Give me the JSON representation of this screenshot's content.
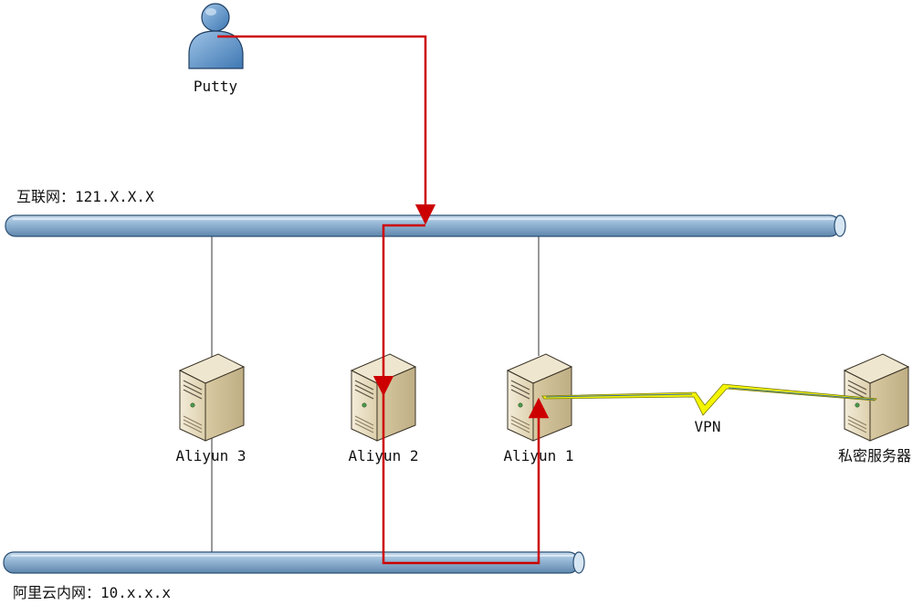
{
  "user": {
    "label": "Putty",
    "icon": "user-icon"
  },
  "networks": {
    "internet": {
      "label": "互联网：121.X.X.X"
    },
    "aliyun_internal": {
      "label": "阿里云内网：10.x.x.x"
    }
  },
  "servers": [
    {
      "id": "aliyun-3",
      "label": "Aliyun 3",
      "icon": "server-icon"
    },
    {
      "id": "aliyun-2",
      "label": "Aliyun 2",
      "icon": "server-icon"
    },
    {
      "id": "aliyun-1",
      "label": "Aliyun 1",
      "icon": "server-icon"
    },
    {
      "id": "private-server",
      "label": "私密服务器",
      "icon": "server-icon"
    }
  ],
  "vpn": {
    "label": "VPN",
    "icon": "lightning-bolt-icon"
  },
  "colors": {
    "route": "#cc0000",
    "bus_fill": "#9bbcd9",
    "bus_stroke": "#2a4f73",
    "vpn_bolt": "#f4f400",
    "server_body": "#e8dcc0"
  }
}
